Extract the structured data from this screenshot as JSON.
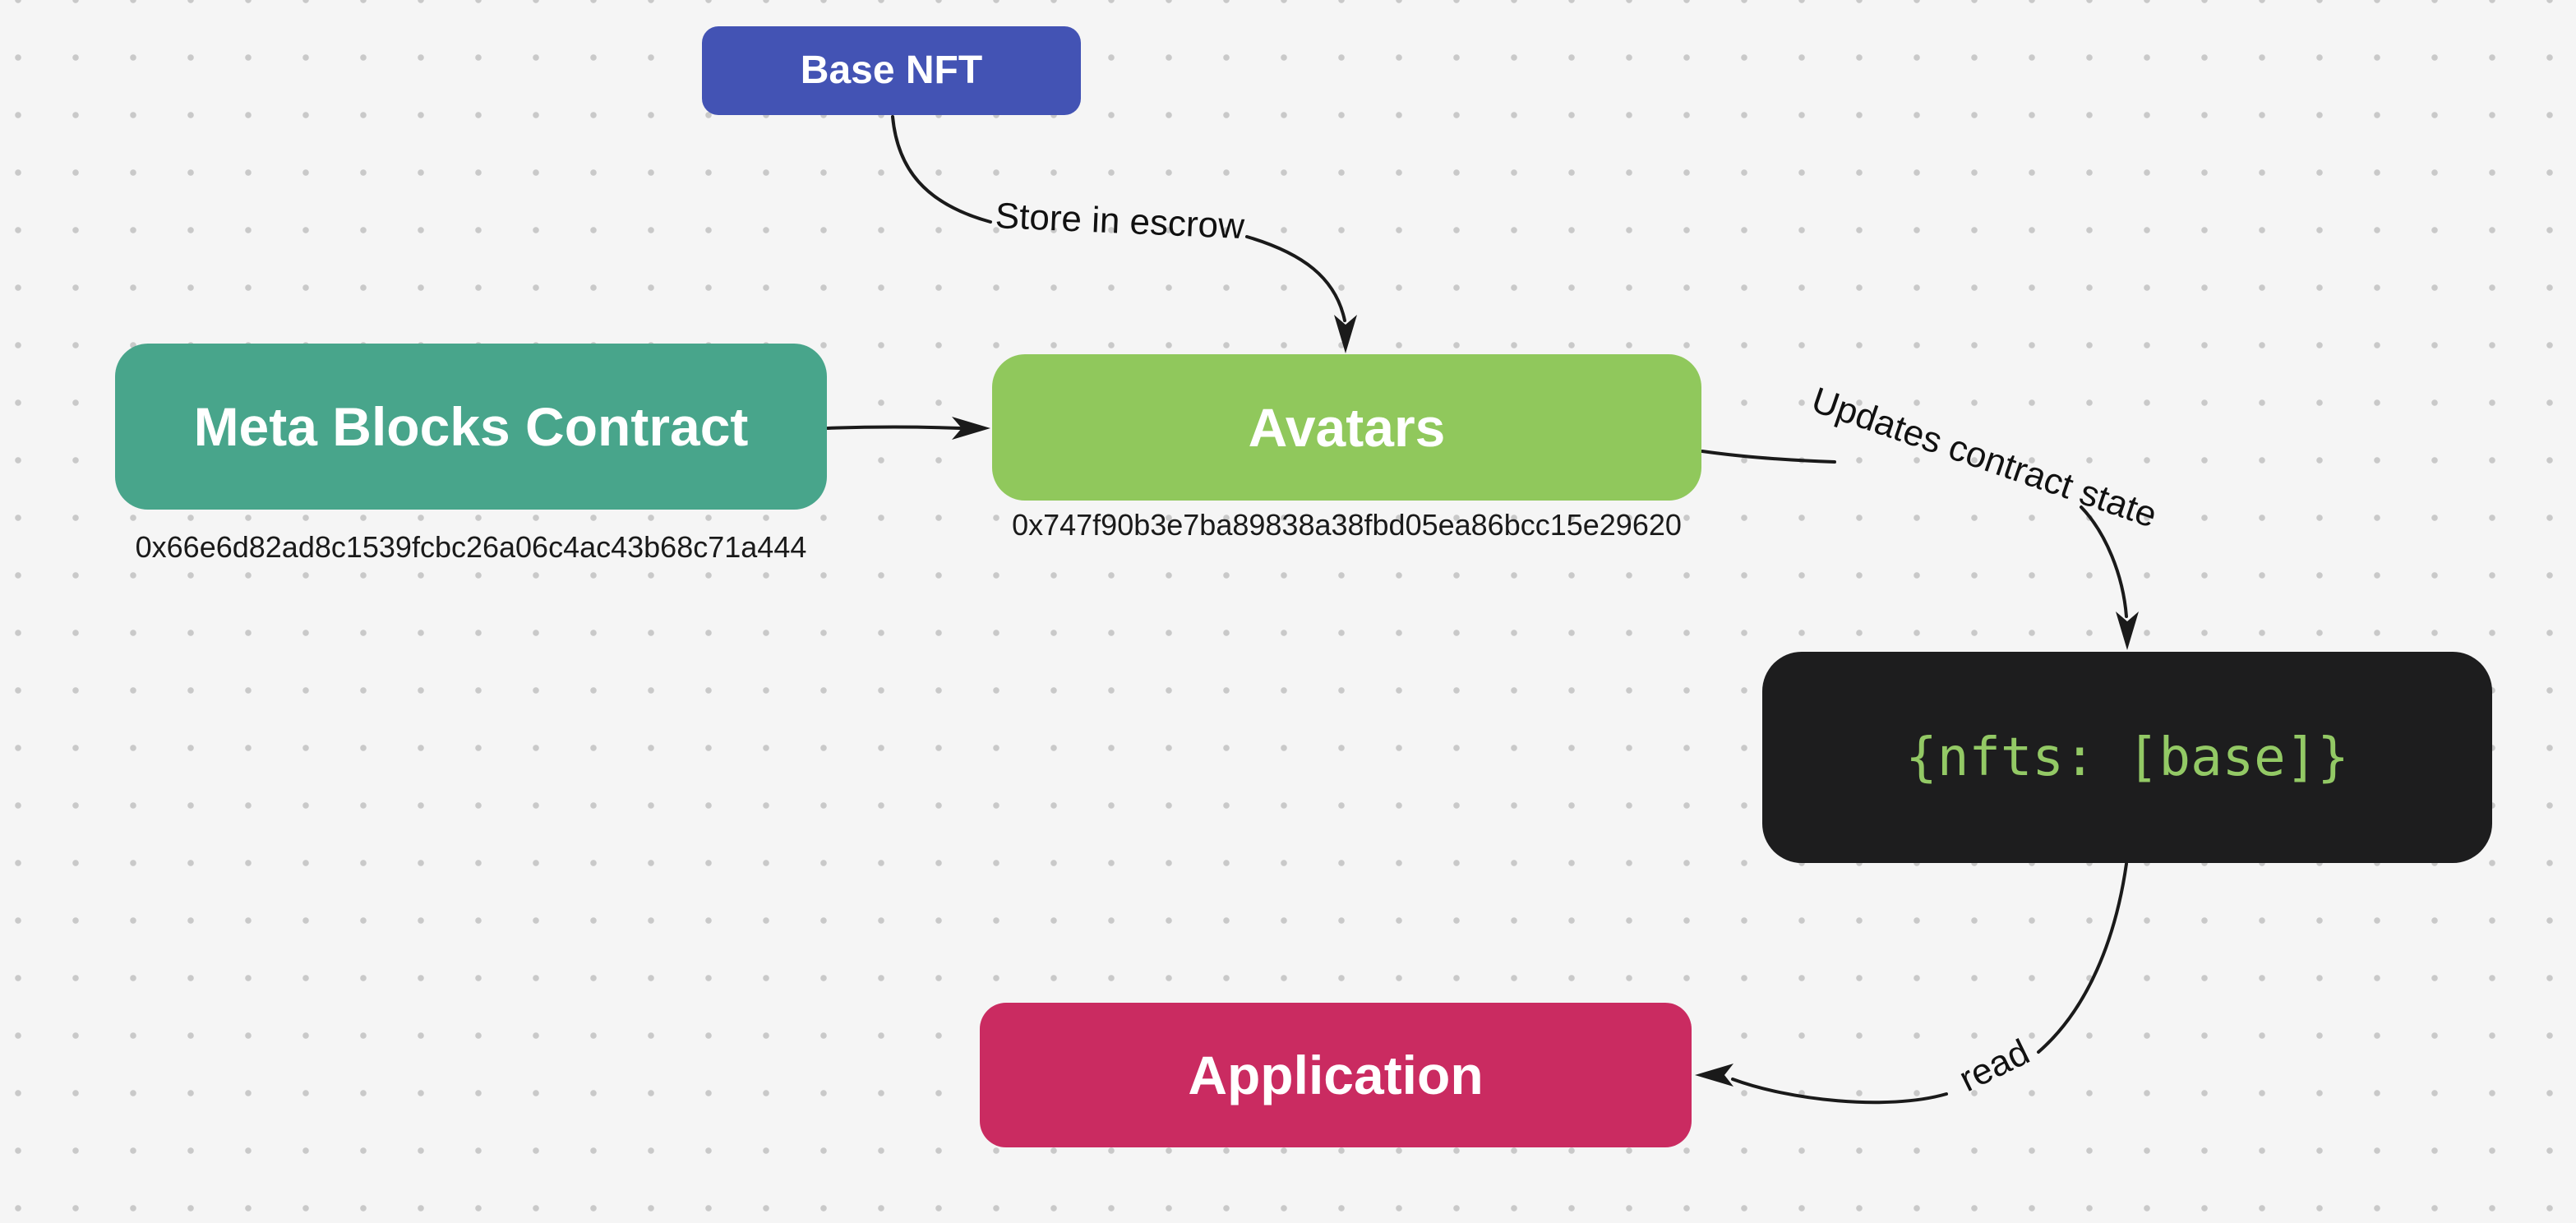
{
  "canvas": {
    "background_color": "#f5f5f5",
    "dot_color": "#c9c9c9",
    "arrow_color": "#1a1a1a"
  },
  "nodes": [
    {
      "id": "base-nft",
      "label": "Base NFT",
      "color": "#4353b4",
      "text_color": "#ffffff"
    },
    {
      "id": "meta-blocks-contract",
      "label": "Meta Blocks Contract",
      "color": "#48a58b",
      "text_color": "#ffffff",
      "address": "0x66e6d82ad8c1539fcbc26a06c4ac43b68c71a444"
    },
    {
      "id": "avatars",
      "label": "Avatars",
      "color": "#90c85c",
      "text_color": "#ffffff",
      "address": "0x747f90b3e7ba89838a38fbd05ea86bcc15e29620"
    },
    {
      "id": "contract-state",
      "label": "{nfts: [base]}",
      "color": "#1d1d1e",
      "text_color": "#93c965"
    },
    {
      "id": "application",
      "label": "Application",
      "color": "#ca2b61",
      "text_color": "#ffffff"
    }
  ],
  "edges": [
    {
      "from": "base-nft",
      "to": "avatars",
      "label": "Store in escrow"
    },
    {
      "from": "meta-blocks-contract",
      "to": "avatars",
      "label": ""
    },
    {
      "from": "avatars",
      "to": "contract-state",
      "label": "Updates contract state"
    },
    {
      "from": "contract-state",
      "to": "application",
      "label": "read"
    }
  ]
}
